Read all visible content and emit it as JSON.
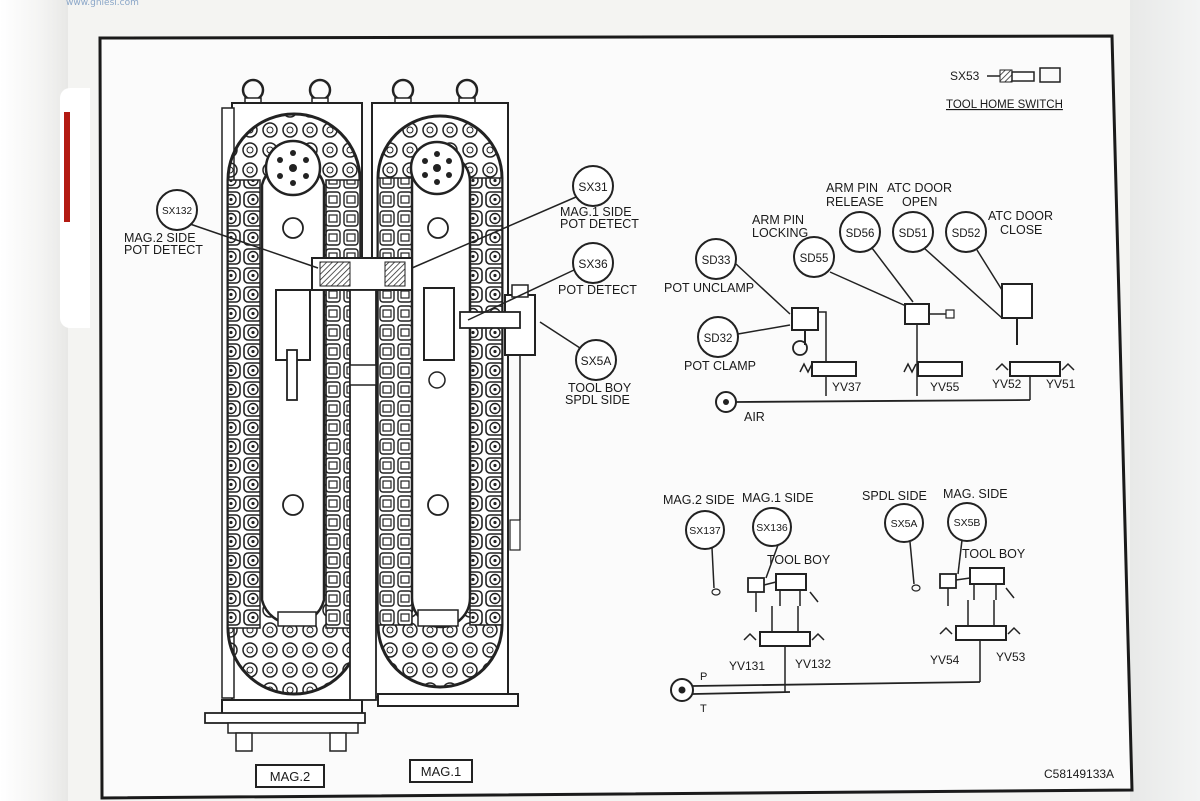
{
  "watermark": "www.gnlesl.com",
  "plate": {
    "tool_home": {
      "switch_id": "SX53",
      "caption": "TOOL HOME SWITCH"
    },
    "magazine_labels": {
      "mag2": "MAG.2",
      "mag1": "MAG.1"
    },
    "part_number": "C58149133A",
    "magazine_sensors": [
      {
        "id": "SX132",
        "caption_lines": [
          "MAG.2 SIDE",
          "POT DETECT"
        ]
      },
      {
        "id": "SX31",
        "caption_lines": [
          "MAG.1 SIDE",
          "POT DETECT"
        ]
      },
      {
        "id": "SX36",
        "caption_lines": [
          "POT DETECT"
        ]
      },
      {
        "id": "SX5A",
        "caption_lines": [
          "TOOL BOY",
          "SPDL SIDE"
        ]
      }
    ],
    "air_circuit": {
      "header_labels": [
        "ARM PIN",
        "ATC DOOR",
        "RELEASE",
        "OPEN",
        "ARM PIN",
        "LOCKING",
        "ATC DOOR",
        "CLOSE"
      ],
      "switches": [
        "SD33",
        "SD32",
        "SD55",
        "SD56",
        "SD51",
        "SD52"
      ],
      "captions": {
        "pot_unclamp": "POT UNCLAMP",
        "pot_clamp": "POT CLAMP",
        "air": "AIR"
      },
      "valves": [
        "YV37",
        "YV55",
        "YV52",
        "YV51"
      ]
    },
    "tool_boy_circuit": {
      "group_labels": [
        "MAG.2 SIDE",
        "MAG.1 SIDE",
        "SPDL SIDE",
        "MAG. SIDE"
      ],
      "switches": [
        "SX137",
        "SX136",
        "SX5A",
        "SX5B"
      ],
      "actuator_label": "TOOL BOY",
      "valves": [
        "YV131",
        "YV132",
        "YV54",
        "YV53"
      ],
      "ports": [
        "P",
        "T"
      ]
    }
  }
}
